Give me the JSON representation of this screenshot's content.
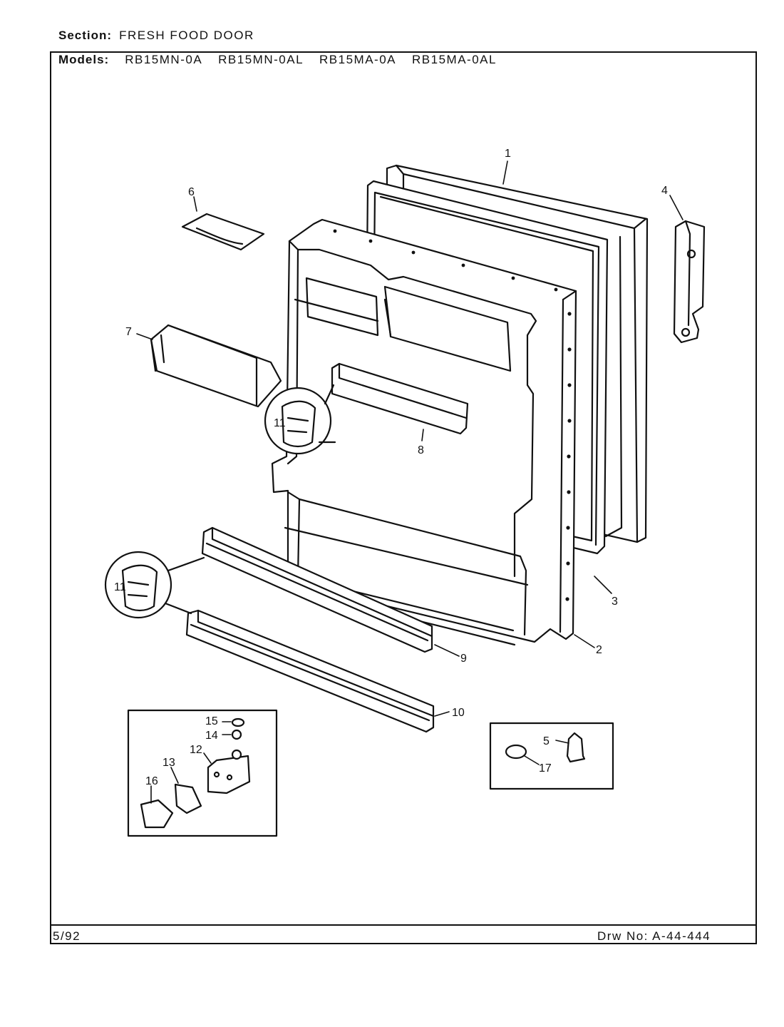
{
  "header": {
    "section_label": "Section:",
    "section_value": "FRESH FOOD DOOR",
    "models_label": "Models:",
    "models": [
      "RB15MN-0A",
      "RB15MN-0AL",
      "RB15MA-0A",
      "RB15MA-0AL"
    ]
  },
  "footer": {
    "date": "5/92",
    "drawing_number": "Drw No: A-44-444"
  },
  "callouts": {
    "c1": "1",
    "c2": "2",
    "c3": "3",
    "c4": "4",
    "c5": "5",
    "c6": "6",
    "c7": "7",
    "c8": "8",
    "c9": "9",
    "c10": "10",
    "c11a": "11",
    "c11b": "11",
    "c12": "12",
    "c13": "13",
    "c14": "14",
    "c15": "15",
    "c16": "16",
    "c17": "17"
  }
}
